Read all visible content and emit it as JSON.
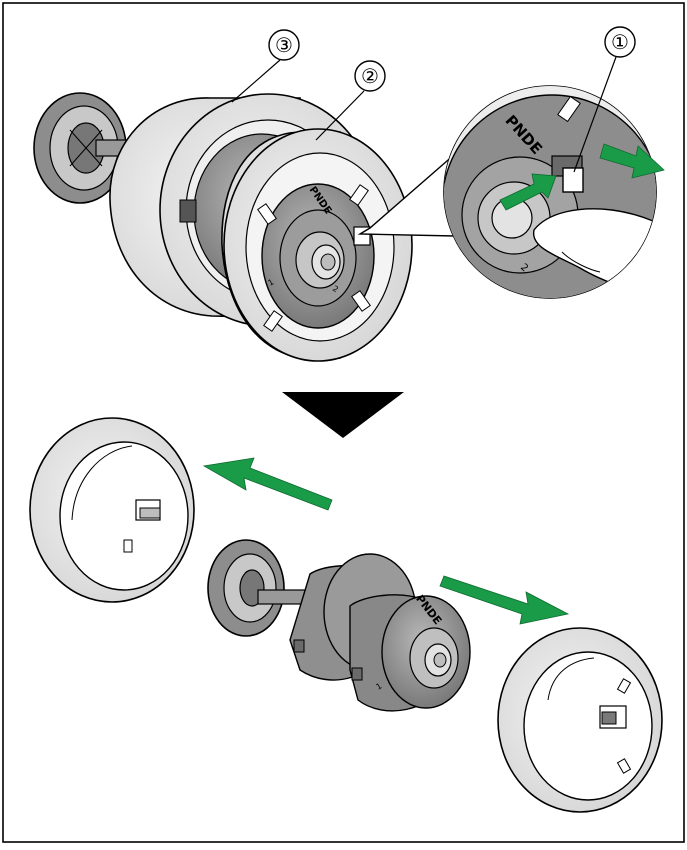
{
  "callouts": [
    {
      "number": "③",
      "target": "roller-tire-3"
    },
    {
      "number": "②",
      "target": "roller-tire-2"
    },
    {
      "number": "①",
      "target": "release-tab"
    }
  ],
  "hub_marking": "PNDE",
  "hub_small_marks": [
    "2",
    "1"
  ],
  "colors": {
    "outline": "#000000",
    "tire": "#e6e6e6",
    "tire_shade": "#cfcfcf",
    "hub": "#8c8c8c",
    "hub_light": "#b3b3b3",
    "hub_dark": "#5e5e5e",
    "arrow": "#1a9b48",
    "pointer": "#000000"
  },
  "icons": [
    "push-arrow-icon",
    "pull-arrow-icon",
    "down-triangle-icon",
    "remove-arrow-icon"
  ]
}
